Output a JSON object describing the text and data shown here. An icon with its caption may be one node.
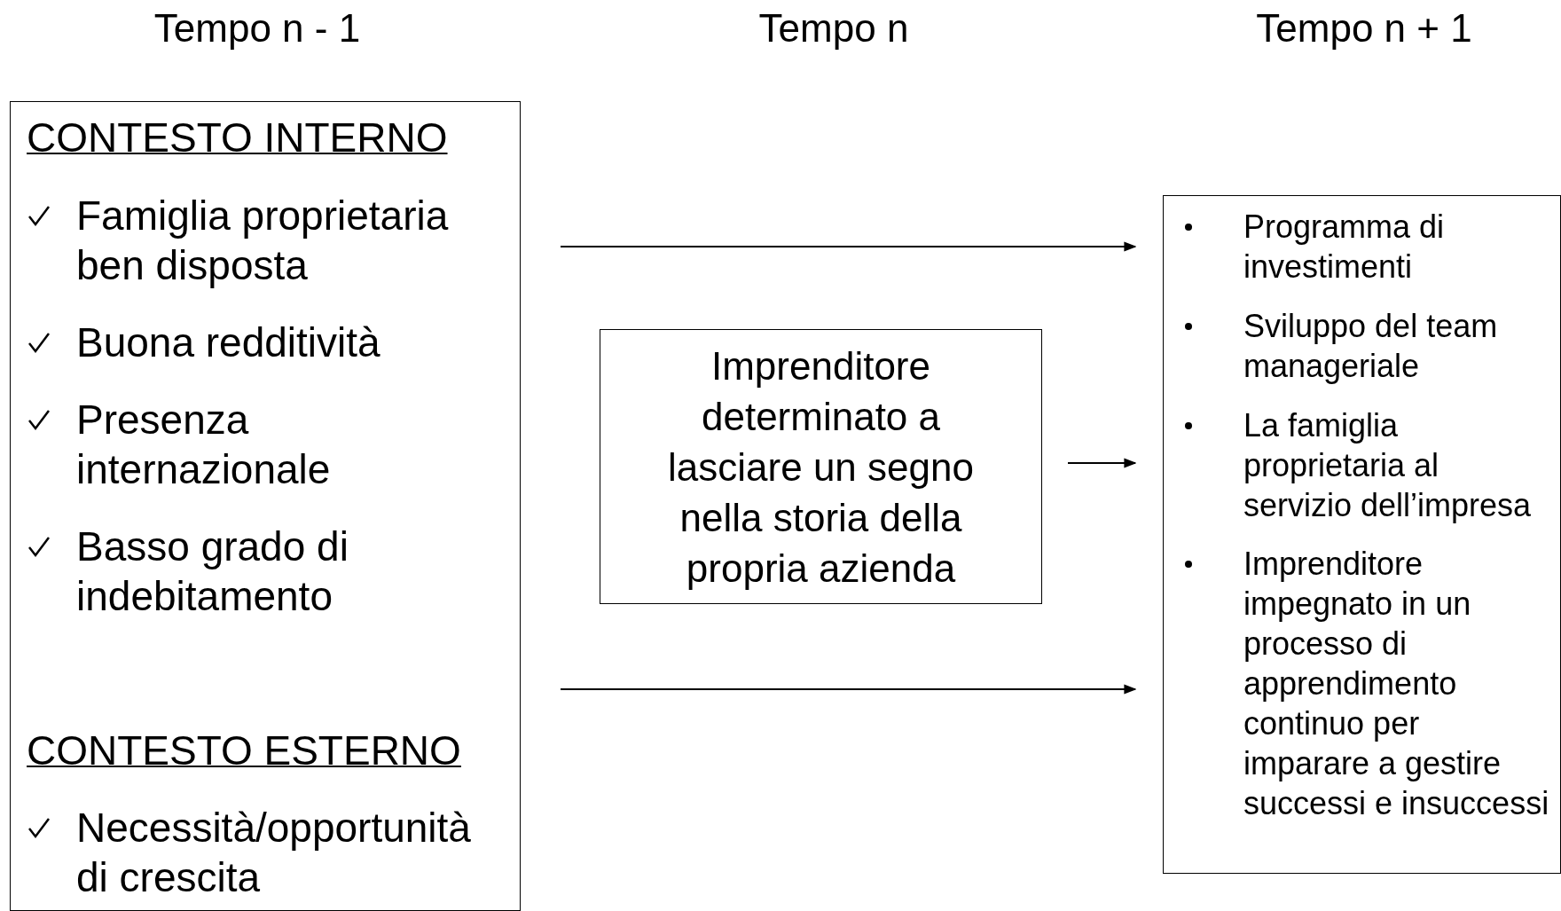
{
  "diagram": {
    "nodes": [
      {
        "text": [
          "CONTESTO INTERNO",
          "Famiglia proprietaria ben disposta",
          "Buona redditività",
          "Presenza internazionale",
          "Basso grado di indebitamento",
          "CONTESTO ESTERNO",
          "Necessità/opportunità di crescita"
        ]
      },
      {
        "text": [
          "Imprenditore determinato a lasciare un segno nella storia della propria azienda"
        ]
      },
      {
        "text": [
          "Programma di investimenti",
          "Sviluppo del team manageriale",
          "La famiglia proprietaria al servizio dell’impresa",
          "Imprenditore impegnato in un processo di apprendimento continuo per imparare a gestire successi e insuccessi"
        ]
      }
    ],
    "edges": [
      {
        "from": 0,
        "to": 2,
        "arrow": "to"
      },
      {
        "from": 1,
        "to": 2,
        "arrow": "to"
      },
      {
        "from": 0,
        "to": 2,
        "arrow": "to"
      }
    ],
    "labels": [
      "Tempo n - 1",
      "Tempo n",
      "Tempo n + 1"
    ]
  }
}
